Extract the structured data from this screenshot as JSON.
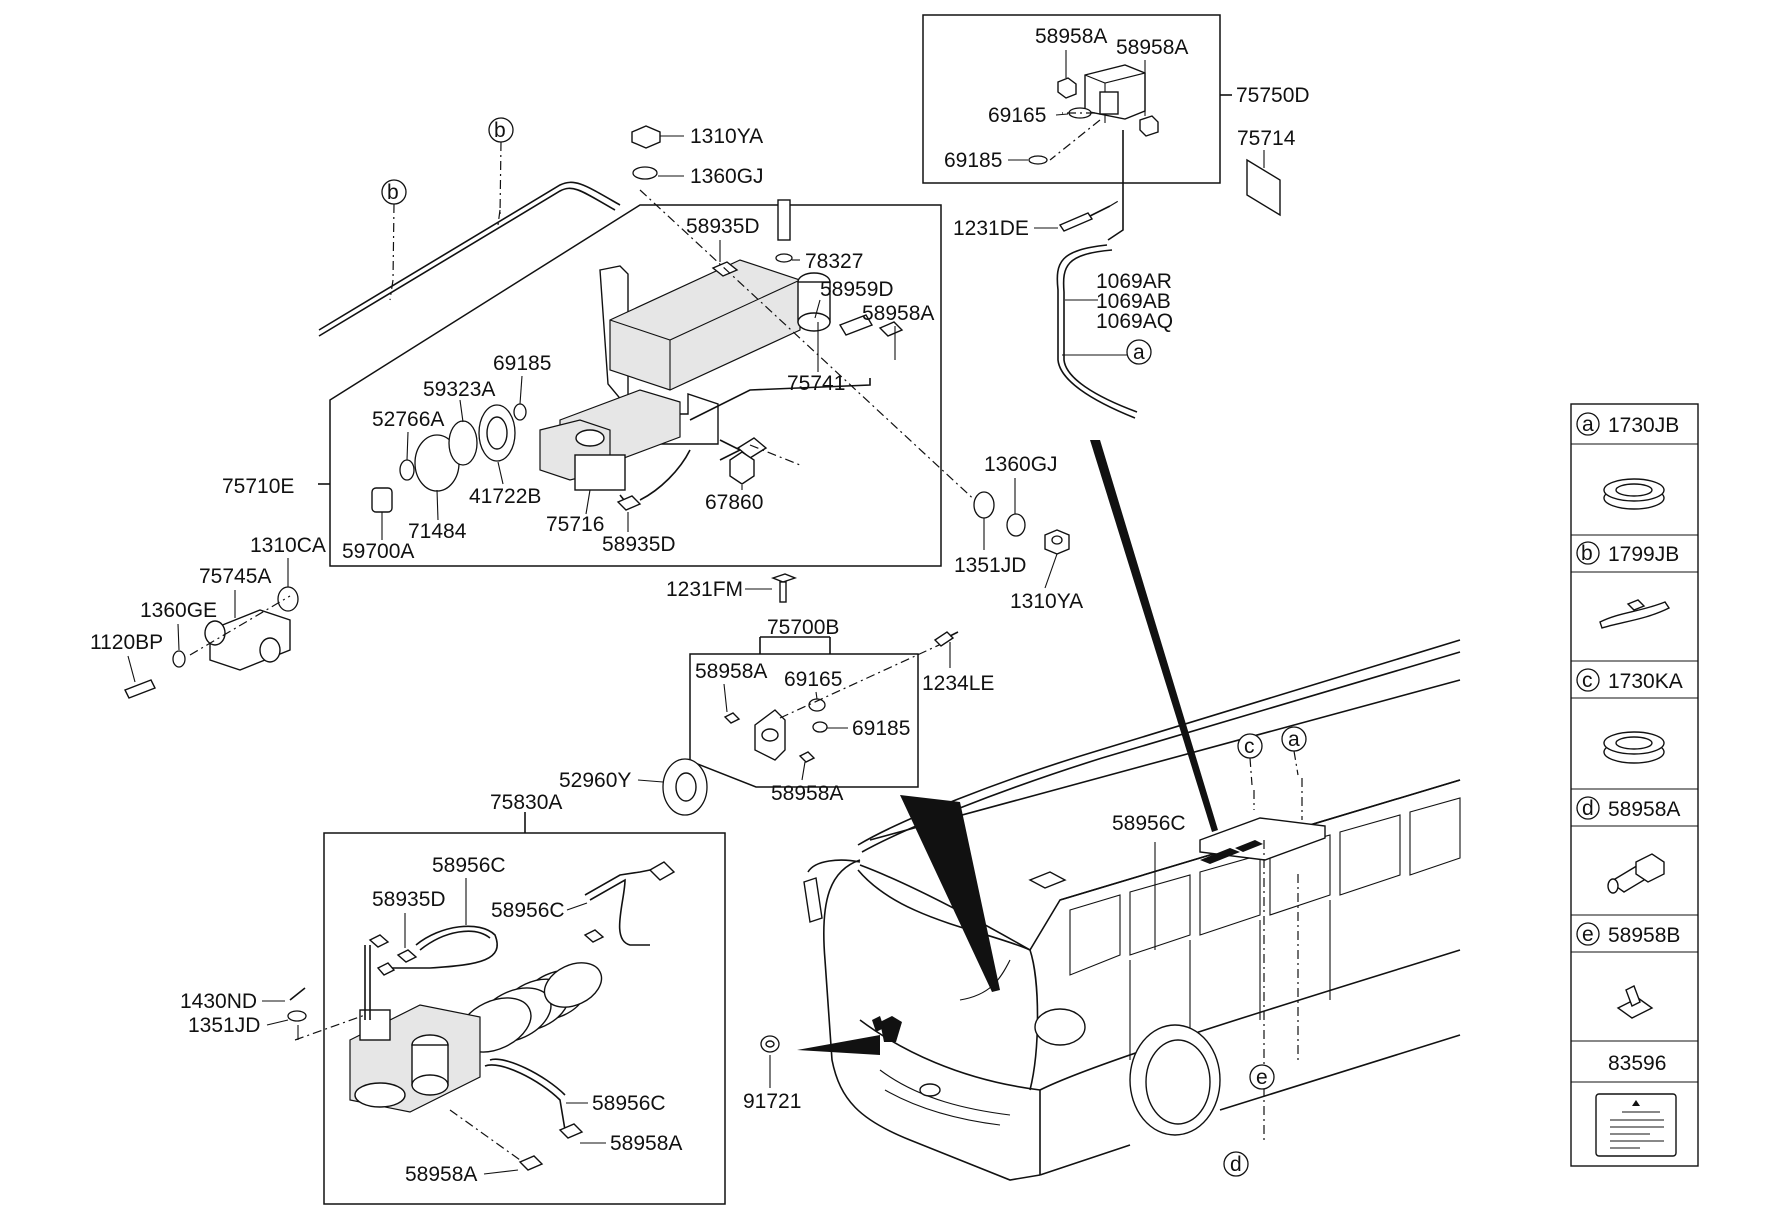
{
  "callouts": [
    {
      "id": "c1",
      "text": "1310YA"
    },
    {
      "id": "c2",
      "text": "1360GJ"
    },
    {
      "id": "c3",
      "text": "58935D"
    },
    {
      "id": "c4",
      "text": "78327"
    },
    {
      "id": "c5",
      "text": "58959D"
    },
    {
      "id": "c6",
      "text": "58958A"
    },
    {
      "id": "c7",
      "text": "69185"
    },
    {
      "id": "c8",
      "text": "59323A"
    },
    {
      "id": "c9",
      "text": "52766A"
    },
    {
      "id": "c10",
      "text": "75741"
    },
    {
      "id": "c11",
      "text": "75710E"
    },
    {
      "id": "c12",
      "text": "41722B"
    },
    {
      "id": "c13",
      "text": "71484"
    },
    {
      "id": "c14",
      "text": "75716"
    },
    {
      "id": "c15",
      "text": "67860"
    },
    {
      "id": "c16",
      "text": "59700A"
    },
    {
      "id": "c17",
      "text": "58935D"
    },
    {
      "id": "c18",
      "text": "1360GJ"
    },
    {
      "id": "c19",
      "text": "1351JD"
    },
    {
      "id": "c20",
      "text": "1310YA"
    },
    {
      "id": "c21",
      "text": "1310CA"
    },
    {
      "id": "c22",
      "text": "75745A"
    },
    {
      "id": "c23",
      "text": "1360GE"
    },
    {
      "id": "c24",
      "text": "1120BP"
    },
    {
      "id": "c25",
      "text": "1231FM"
    },
    {
      "id": "c26",
      "text": "75700B"
    },
    {
      "id": "c27",
      "text": "1234LE"
    },
    {
      "id": "c28",
      "text": "58958A"
    },
    {
      "id": "c29",
      "text": "69165"
    },
    {
      "id": "c30",
      "text": "69185"
    },
    {
      "id": "c31",
      "text": "52960Y"
    },
    {
      "id": "c32",
      "text": "58958A"
    },
    {
      "id": "c33",
      "text": "75830A"
    },
    {
      "id": "c34",
      "text": "58956C"
    },
    {
      "id": "c35",
      "text": "58935D"
    },
    {
      "id": "c36",
      "text": "58956C"
    },
    {
      "id": "c37",
      "text": "1430ND"
    },
    {
      "id": "c38",
      "text": "1351JD"
    },
    {
      "id": "c39",
      "text": "58956C"
    },
    {
      "id": "c40",
      "text": "58958A"
    },
    {
      "id": "c41",
      "text": "58958A"
    },
    {
      "id": "c42",
      "text": "91721"
    },
    {
      "id": "c43",
      "text": "58958A"
    },
    {
      "id": "c44",
      "text": "58958A"
    },
    {
      "id": "c45",
      "text": "69165"
    },
    {
      "id": "c46",
      "text": "69185"
    },
    {
      "id": "c47",
      "text": "75750D"
    },
    {
      "id": "c48",
      "text": "75714"
    },
    {
      "id": "c49",
      "text": "1231DE"
    },
    {
      "id": "c50",
      "text": "1069AR"
    },
    {
      "id": "c51",
      "text": "1069AB"
    },
    {
      "id": "c52",
      "text": "1069AQ"
    },
    {
      "id": "c53",
      "text": "58956C"
    }
  ],
  "refs": [
    {
      "id": "r1",
      "letter": "b"
    },
    {
      "id": "r2",
      "letter": "b"
    },
    {
      "id": "r3",
      "letter": "a"
    },
    {
      "id": "r4",
      "letter": "c"
    },
    {
      "id": "r5",
      "letter": "a"
    },
    {
      "id": "r6",
      "letter": "e"
    },
    {
      "id": "r7",
      "letter": "d"
    }
  ],
  "legend": {
    "rows": [
      {
        "letter": "a",
        "part": "1730JB",
        "icon": "grommet-icon"
      },
      {
        "letter": "b",
        "part": "1799JB",
        "icon": "cable-tie-icon"
      },
      {
        "letter": "c",
        "part": "1730KA",
        "icon": "grommet-icon"
      },
      {
        "letter": "d",
        "part": "58958A",
        "icon": "connector-icon"
      },
      {
        "letter": "e",
        "part": "58958B",
        "icon": "tee-fitting-icon"
      }
    ],
    "label_part": "83596",
    "label_icon": "caution-label-icon"
  }
}
